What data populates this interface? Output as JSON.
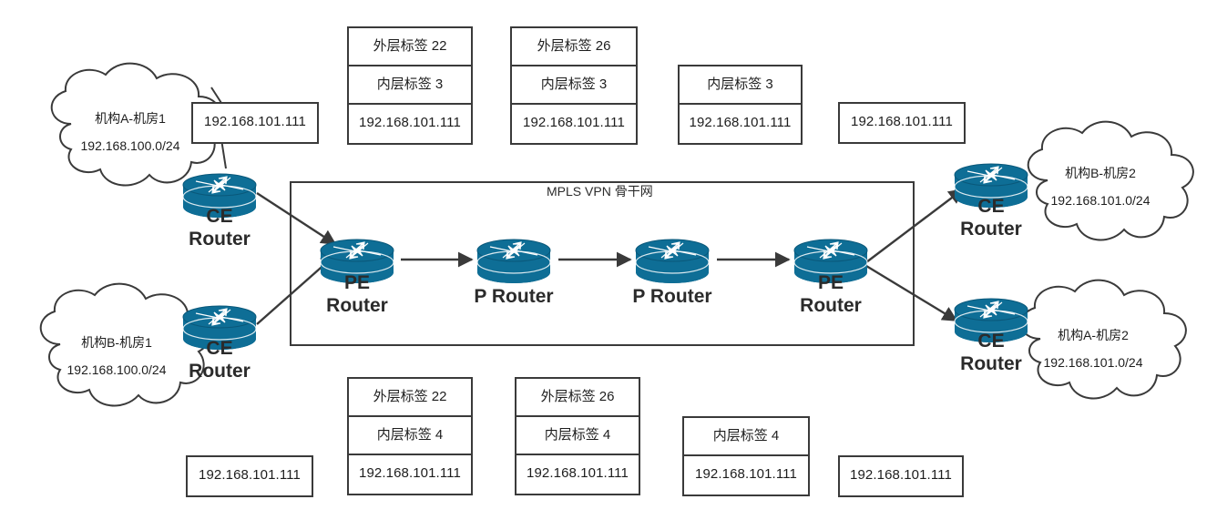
{
  "diagram": {
    "title": "MPLS VPN 骨干网",
    "accent_color": "#0E6E96",
    "accent_dark": "#0A587A",
    "line_color": "#3a3a3a"
  },
  "backbone": {
    "label": "MPLS VPN 骨干网",
    "routers": [
      {
        "id": "pe-left",
        "label_line1": "PE",
        "label_line2": "Router"
      },
      {
        "id": "p-left",
        "label_line1": "P Router",
        "label_line2": ""
      },
      {
        "id": "p-right",
        "label_line1": "P Router",
        "label_line2": ""
      },
      {
        "id": "pe-right",
        "label_line1": "PE",
        "label_line2": "Router"
      }
    ]
  },
  "clouds": [
    {
      "id": "cloud-a-site1",
      "name": "机构A-机房1",
      "subnet": "192.168.100.0/24"
    },
    {
      "id": "cloud-b-site1",
      "name": "机构B-机房1",
      "subnet": "192.168.100.0/24"
    },
    {
      "id": "cloud-b-site2",
      "name": "机构B-机房2",
      "subnet": "192.168.101.0/24"
    },
    {
      "id": "cloud-a-site2",
      "name": "机构A-机房2",
      "subnet": "192.168.101.0/24"
    }
  ],
  "ce_routers": [
    {
      "id": "ce-top-left",
      "label_line1": "CE",
      "label_line2": "Router"
    },
    {
      "id": "ce-bottom-left",
      "label_line1": "CE",
      "label_line2": "Router"
    },
    {
      "id": "ce-top-right",
      "label_line1": "CE",
      "label_line2": "Router"
    },
    {
      "id": "ce-bottom-right",
      "label_line1": "CE",
      "label_line2": "Router"
    }
  ],
  "top_packets": [
    {
      "id": "top-packet-0",
      "rows": [
        "192.168.101.111"
      ]
    },
    {
      "id": "top-packet-1",
      "rows": [
        "外层标签 22",
        "内层标签 3",
        "192.168.101.111"
      ]
    },
    {
      "id": "top-packet-2",
      "rows": [
        "外层标签 26",
        "内层标签 3",
        "192.168.101.111"
      ]
    },
    {
      "id": "top-packet-3",
      "rows": [
        "内层标签 3",
        "192.168.101.111"
      ]
    },
    {
      "id": "top-packet-4",
      "rows": [
        "192.168.101.111"
      ]
    }
  ],
  "bottom_packets": [
    {
      "id": "bottom-packet-0",
      "rows": [
        "192.168.101.111"
      ]
    },
    {
      "id": "bottom-packet-1",
      "rows": [
        "外层标签 22",
        "内层标签 4",
        "192.168.101.111"
      ]
    },
    {
      "id": "bottom-packet-2",
      "rows": [
        "外层标签 26",
        "内层标签 4",
        "192.168.101.111"
      ]
    },
    {
      "id": "bottom-packet-3",
      "rows": [
        "内层标签 4",
        "192.168.101.111"
      ]
    },
    {
      "id": "bottom-packet-4",
      "rows": [
        "192.168.101.111"
      ]
    }
  ]
}
